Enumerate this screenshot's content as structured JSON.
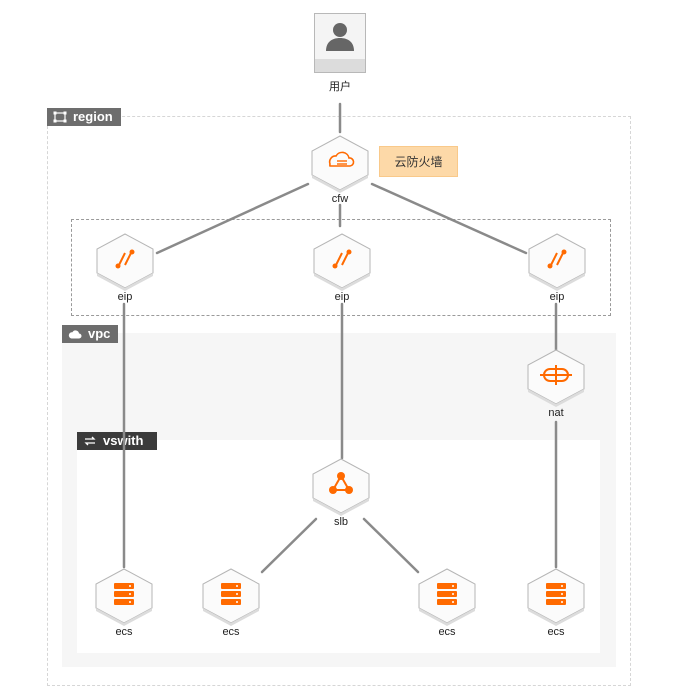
{
  "user": {
    "label": "用户"
  },
  "groups": {
    "region": {
      "label": "region"
    },
    "vpc": {
      "label": "vpc"
    },
    "vswitch": {
      "label": "vswith"
    }
  },
  "nodes": {
    "cfw": {
      "label": "cfw",
      "note": "云防火墙"
    },
    "eip_left": {
      "label": "eip"
    },
    "eip_mid": {
      "label": "eip"
    },
    "eip_right": {
      "label": "eip"
    },
    "nat": {
      "label": "nat"
    },
    "slb": {
      "label": "slb"
    },
    "ecs_1": {
      "label": "ecs"
    },
    "ecs_2": {
      "label": "ecs"
    },
    "ecs_3": {
      "label": "ecs"
    },
    "ecs_4": {
      "label": "ecs"
    }
  },
  "colors": {
    "accent": "#ff6a00",
    "group_label_bg": "#6d6d6d",
    "vswitch_label_bg": "#3b3b3b",
    "connector": "#8a8a8a"
  }
}
